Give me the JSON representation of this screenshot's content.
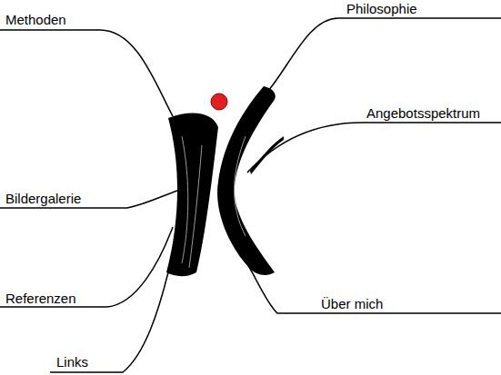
{
  "diagram": {
    "labels": [
      "Methoden",
      "Philosophie",
      "Angebotsspektrum",
      "Bildergalerie",
      "Referenzen",
      "Links",
      "Über mich"
    ]
  }
}
